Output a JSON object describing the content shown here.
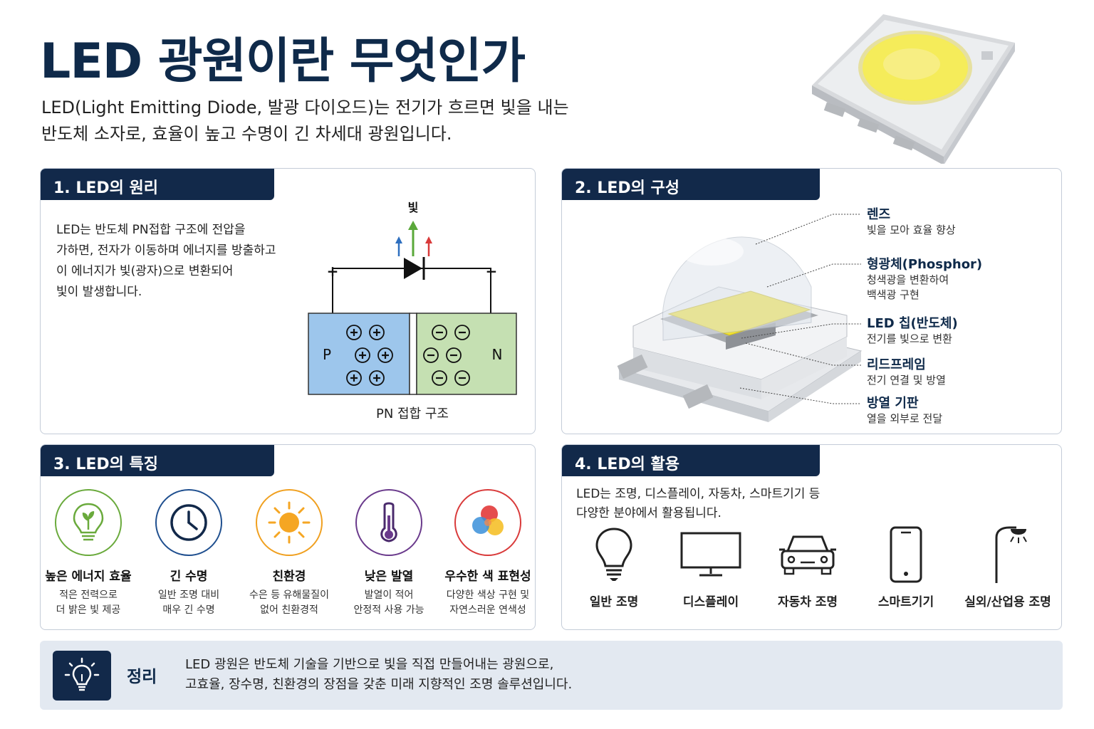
{
  "header": {
    "title": "LED 광원이란 무엇인가",
    "intro_line1": "LED(Light Emitting Diode, 발광 다이오드)는 전기가 흐르면 빛을 내는",
    "intro_line2": "반도체 소자로, 효율이 높고 수명이 긴 차세대 광원입니다."
  },
  "principle": {
    "heading": "1. LED의 원리",
    "text_lines": [
      "LED는 반도체 PN접합 구조에 전압을",
      "가하면, 전자가 이동하며 에너지를 방출하고",
      "이 에너지가 빛(광자)으로 변환되어",
      "빛이 발생합니다."
    ],
    "light_label": "빛",
    "plus_sign": "+",
    "minus_sign": "−",
    "p_label": "P",
    "n_label": "N",
    "caption": "PN 접합 구조"
  },
  "structure": {
    "heading": "2. LED의 구성",
    "components": [
      {
        "name": "렌즈",
        "desc": [
          "빛을 모아 효율 향상"
        ]
      },
      {
        "name": "형광체(Phosphor)",
        "desc": [
          "청색광을 변환하여",
          "백색광 구현"
        ]
      },
      {
        "name": "LED 칩(반도체)",
        "desc": [
          "전기를 빛으로 변환"
        ]
      },
      {
        "name": "리드프레임",
        "desc": [
          "전기 연결 및 방열"
        ]
      },
      {
        "name": "방열 기판",
        "desc": [
          "열을 외부로 전달"
        ]
      }
    ]
  },
  "features": {
    "heading": "3. LED의 특징",
    "items": [
      {
        "title": "높은 에너지 효율",
        "desc": [
          "적은 전력으로",
          "더 밝은 빛 제공"
        ],
        "icon": "eco-bulb-icon",
        "color": "#6aaa3c"
      },
      {
        "title": "긴 수명",
        "desc": [
          "일반 조명 대비",
          "매우 긴 수명"
        ],
        "icon": "clock-icon",
        "color": "#1f4f8f"
      },
      {
        "title": "친환경",
        "desc": [
          "수은 등 유해물질이",
          "없어 친환경적"
        ],
        "icon": "sun-icon",
        "color": "#f0a020"
      },
      {
        "title": "낮은 발열",
        "desc": [
          "발열이 적어",
          "안정적 사용 가능"
        ],
        "icon": "thermometer-icon",
        "color": "#6a3a8c"
      },
      {
        "title": "우수한 색 표현성",
        "desc": [
          "다양한 색상 구현 및",
          "자연스러운 연색성"
        ],
        "icon": "color-wheel-icon",
        "color": "#d93a3a"
      }
    ]
  },
  "applications": {
    "heading": "4. LED의 활용",
    "text_lines": [
      "LED는 조명, 디스플레이, 자동차, 스마트기기 등",
      "다양한 분야에서 활용됩니다."
    ],
    "items": [
      {
        "label": "일반 조명",
        "icon": "lightbulb-icon"
      },
      {
        "label": "디스플레이",
        "icon": "monitor-icon"
      },
      {
        "label": "자동차 조명",
        "icon": "car-icon"
      },
      {
        "label": "스마트기기",
        "icon": "smartphone-icon"
      },
      {
        "label": "실외/산업용 조명",
        "icon": "street-light-icon"
      }
    ]
  },
  "summary": {
    "label": "정리",
    "line1": "LED 광원은 반도체 기술을 기반으로 빛을 직접 만들어내는 광원으로,",
    "line2": "고효율, 장수명, 친환경의 장점을 갖춘 미래 지향적인 조명 솔루션입니다."
  },
  "colors": {
    "navy": "#12294a",
    "p_region": "#9dc6ec",
    "n_region": "#c5e0b2",
    "phosphor": "#f2e230"
  }
}
